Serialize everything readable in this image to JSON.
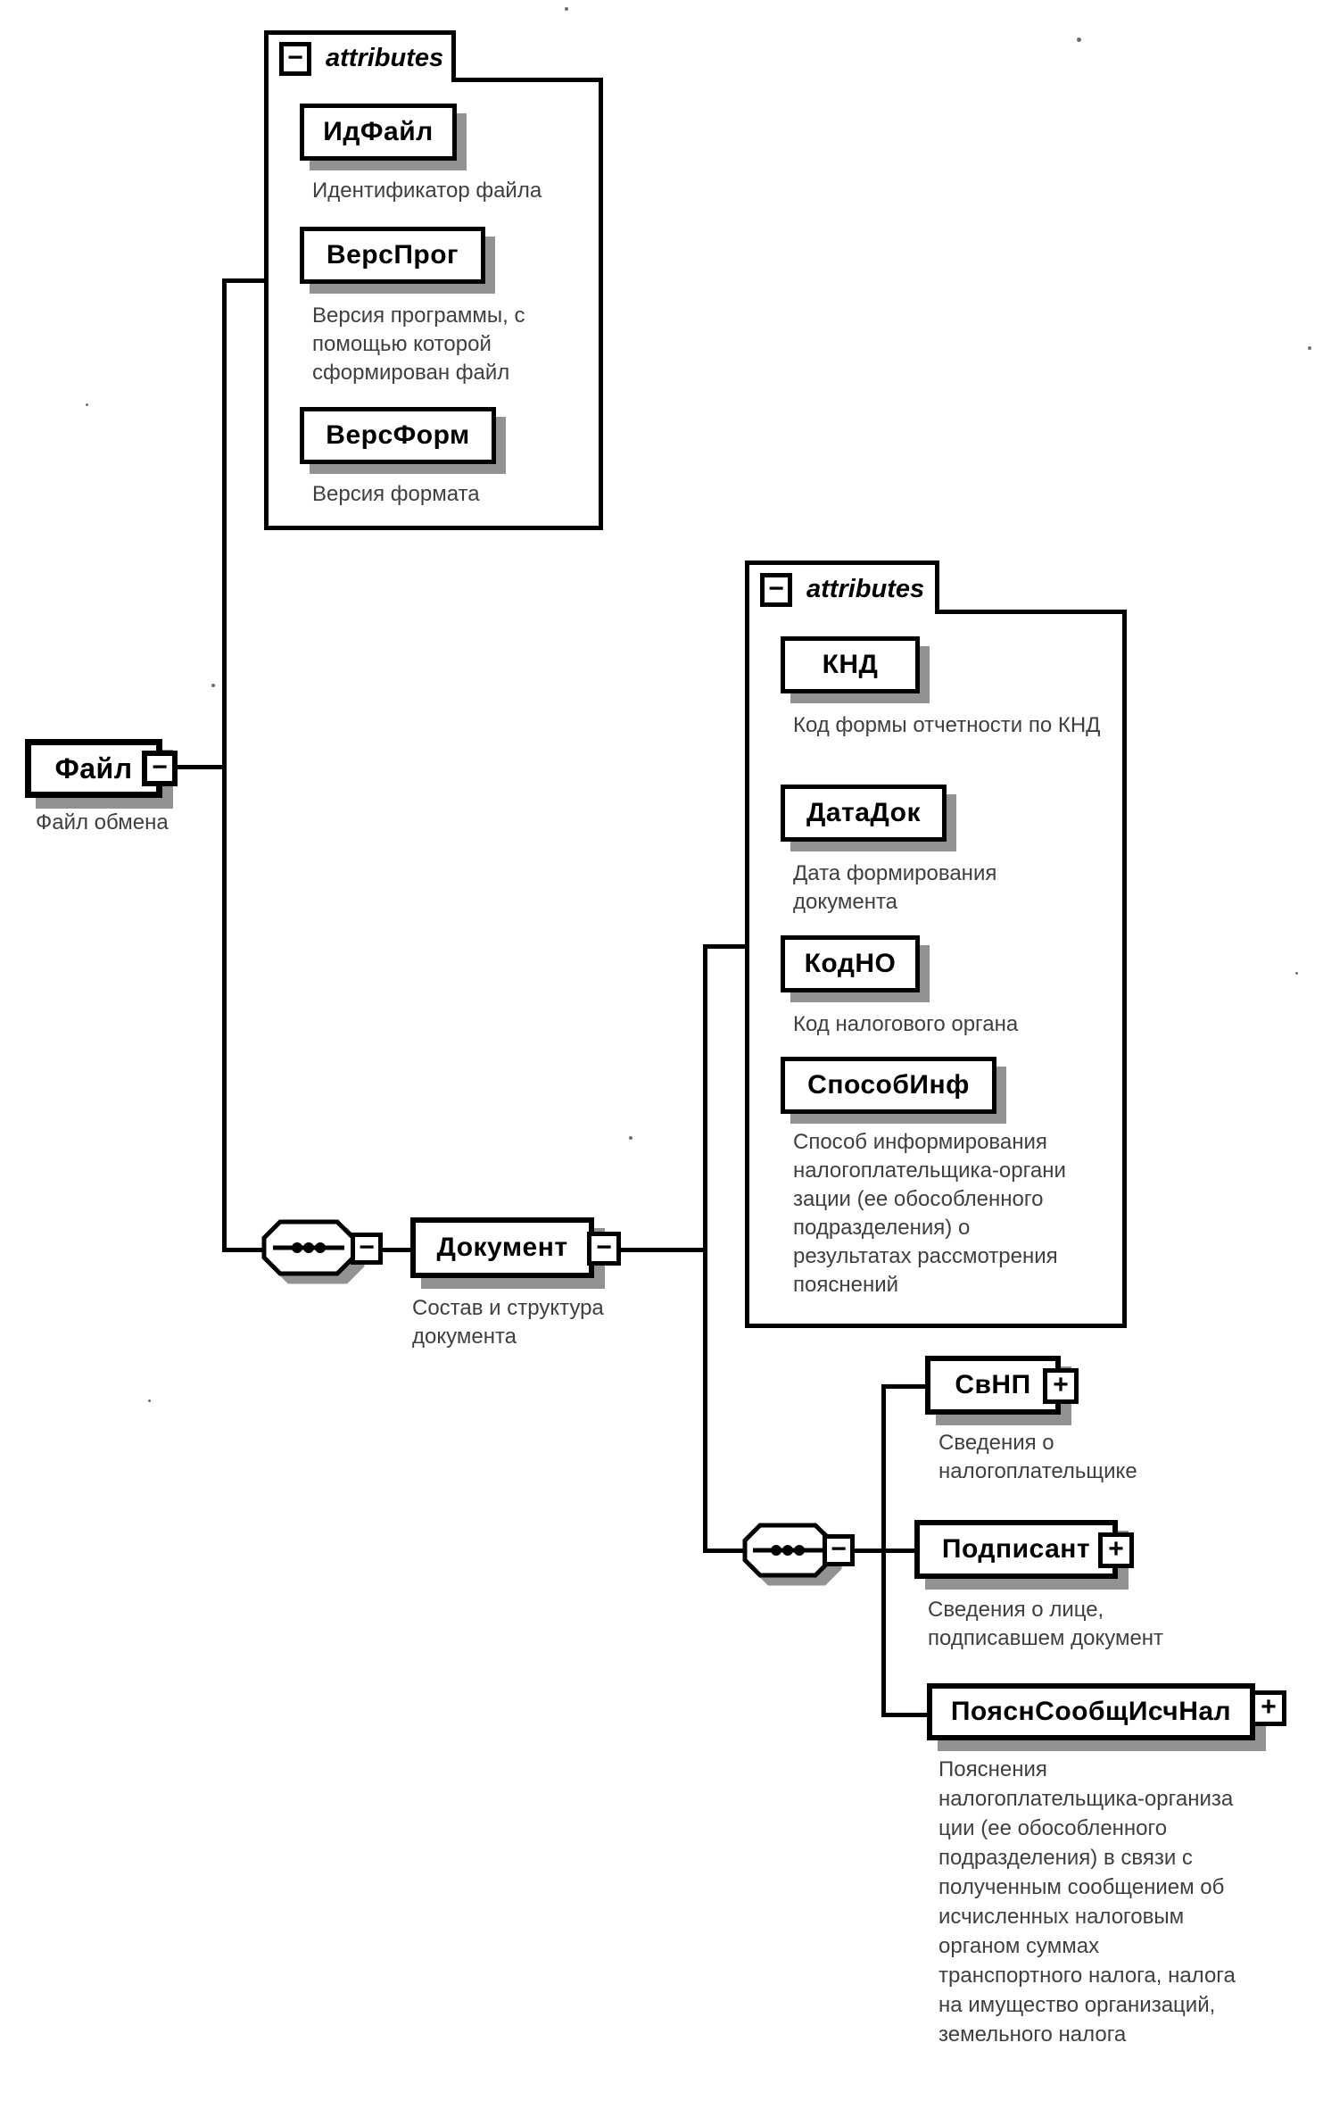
{
  "file_node": {
    "name": "Файл",
    "annotation": "Файл обмена"
  },
  "file_attributes": {
    "header": "attributes",
    "items": [
      {
        "name": "ИдФайл",
        "annotation": "Идентификатор файла"
      },
      {
        "name": "ВерсПрог",
        "annotation": "Версия программы, с помощью которой сформирован файл"
      },
      {
        "name": "ВерсФорм",
        "annotation": "Версия формата"
      }
    ]
  },
  "document_node": {
    "name": "Документ",
    "annotation": "Состав и структура документа"
  },
  "document_attributes": {
    "header": "attributes",
    "items": [
      {
        "name": "КНД",
        "annotation": "Код формы отчетности по КНД"
      },
      {
        "name": "ДатаДок",
        "annotation": "Дата формирования документа"
      },
      {
        "name": "КодНО",
        "annotation": "Код налогового органа"
      },
      {
        "name": "СпособИнф",
        "annotation": "Способ информирования налогоплательщика-органи зации (ее обособленного подразделения) о результатах рассмотрения пояснений"
      }
    ]
  },
  "document_children": {
    "items": [
      {
        "name": "СвНП",
        "annotation": "Сведения о налогоплательщике"
      },
      {
        "name": "Подписант",
        "annotation": "Сведения о лице, подписавшем документ"
      },
      {
        "name": "ПояснСообщИсчНал",
        "annotation": "Пояснения налогоплательщика-организа ции (ее обособленного подразделения) в связи с полученным сообщением об исчисленных налоговым органом суммах транспортного налога, налога на имущество организаций, земельного налога"
      }
    ]
  },
  "icons": {
    "collapse_glyph": "−",
    "expand_glyph": "+"
  },
  "colors": {
    "line": "#000000",
    "shadow": "#929292",
    "annotation_text": "#3f3f3f",
    "background": "#ffffff"
  }
}
